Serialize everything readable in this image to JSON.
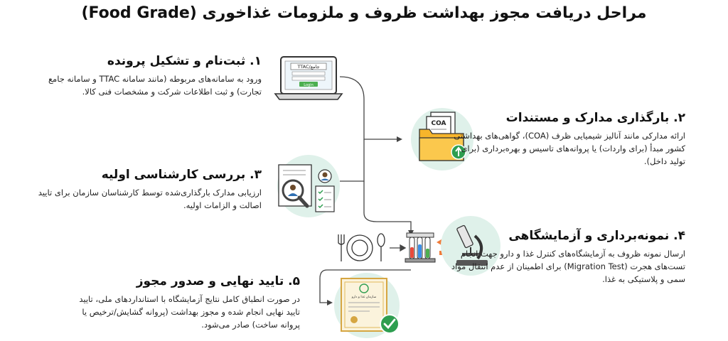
{
  "title": "مراحل دریافت مجوز بهداشت ظروف و ملزومات غذاخوری (Food Grade)",
  "steps": [
    {
      "heading": "۱. ثبت‌نام و تشکیل پرونده",
      "body": "ورود به سامانه‌های مربوطه (مانند سامانه TTAC و سامانه جامع تجارت) و ثبت اطلاعات شرکت و مشخصات فنی کالا."
    },
    {
      "heading": "۲. بارگذاری مدارک و مستندات",
      "body": "ارائه مدارکی مانند آنالیز شیمیایی ظرف (COA)، گواهی‌های بهداشتی کشور مبدأ (برای واردات) یا پروانه‌های تاسیس و بهره‌برداری (برای تولید داخل)."
    },
    {
      "heading": "۳. بررسی کارشناسی اولیه",
      "body": "ارزیابی مدارک بارگذاری‌شده توسط کارشناسان سازمان برای تایید اصالت و الزامات اولیه."
    },
    {
      "heading": "۴. نمونه‌برداری و آزمایشگاهی",
      "body": "ارسال نمونه ظروف به آزمایشگاه‌های کنترل غذا و دارو جهت انجام تست‌های هجرت (Migration Test) برای اطمینان از عدم انتقال مواد سمی و پلاستیکی به غذا."
    },
    {
      "heading": "۵. تایید نهایی و صدور مجوز",
      "body": "در صورت انطباق کامل نتایج آزمایشگاه با استانداردهای ملی، تایید تایید نهایی انجام شده و مجوز بهداشت (پروانه گشایش/ترخیص یا پروانه ساخت) صادر می‌شود."
    }
  ],
  "icons": {
    "laptop": {
      "name": "laptop-login-icon",
      "header": "TTAC/جامع",
      "button": "Login"
    },
    "folder": {
      "name": "folder-upload-icon",
      "doc_label": "COA"
    },
    "review": {
      "name": "document-review-icon"
    },
    "lab": {
      "name": "microscope-lab-icon"
    },
    "certificate": {
      "name": "certificate-approved-icon",
      "org": "سازمان غذا و دارو"
    }
  },
  "colors": {
    "circle_bg": "#dff1ea",
    "arrow_orange": "#f07c3a",
    "check_green": "#2e9e50",
    "connector": "#444444"
  }
}
